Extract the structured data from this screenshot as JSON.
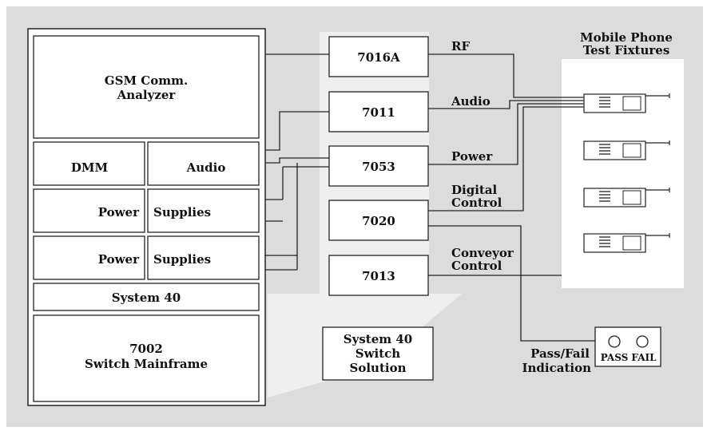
{
  "colors": {
    "background": "#dcdcdc",
    "arrow": "#efefef",
    "box_fill": "#ffffff",
    "stroke": "#222222"
  },
  "mainframe": {
    "gsm_line1": "GSM Comm.",
    "gsm_line2": "Analyzer",
    "dmm": "DMM",
    "audio": "Audio",
    "power1": "Power",
    "supplies1": "Supplies",
    "power2": "Power",
    "supplies2": "Supplies",
    "system40": "System 40",
    "switch_line1": "7002",
    "switch_line2": "Switch Mainframe"
  },
  "cards": [
    "7016A",
    "7011",
    "7053",
    "7020",
    "7013"
  ],
  "signals": {
    "rf": "RF",
    "audio": "Audio",
    "power": "Power",
    "digital1": "Digital",
    "digital2": "Control",
    "conveyor1": "Conveyor",
    "conveyor2": "Control"
  },
  "solution": {
    "line1": "System 40",
    "line2": "Switch",
    "line3": "Solution"
  },
  "fixtures": {
    "line1": "Mobile Phone",
    "line2": "Test Fixtures"
  },
  "indicator": {
    "label1": "Pass/Fail",
    "label2": "Indication",
    "pass": "PASS",
    "fail": "FAIL"
  }
}
